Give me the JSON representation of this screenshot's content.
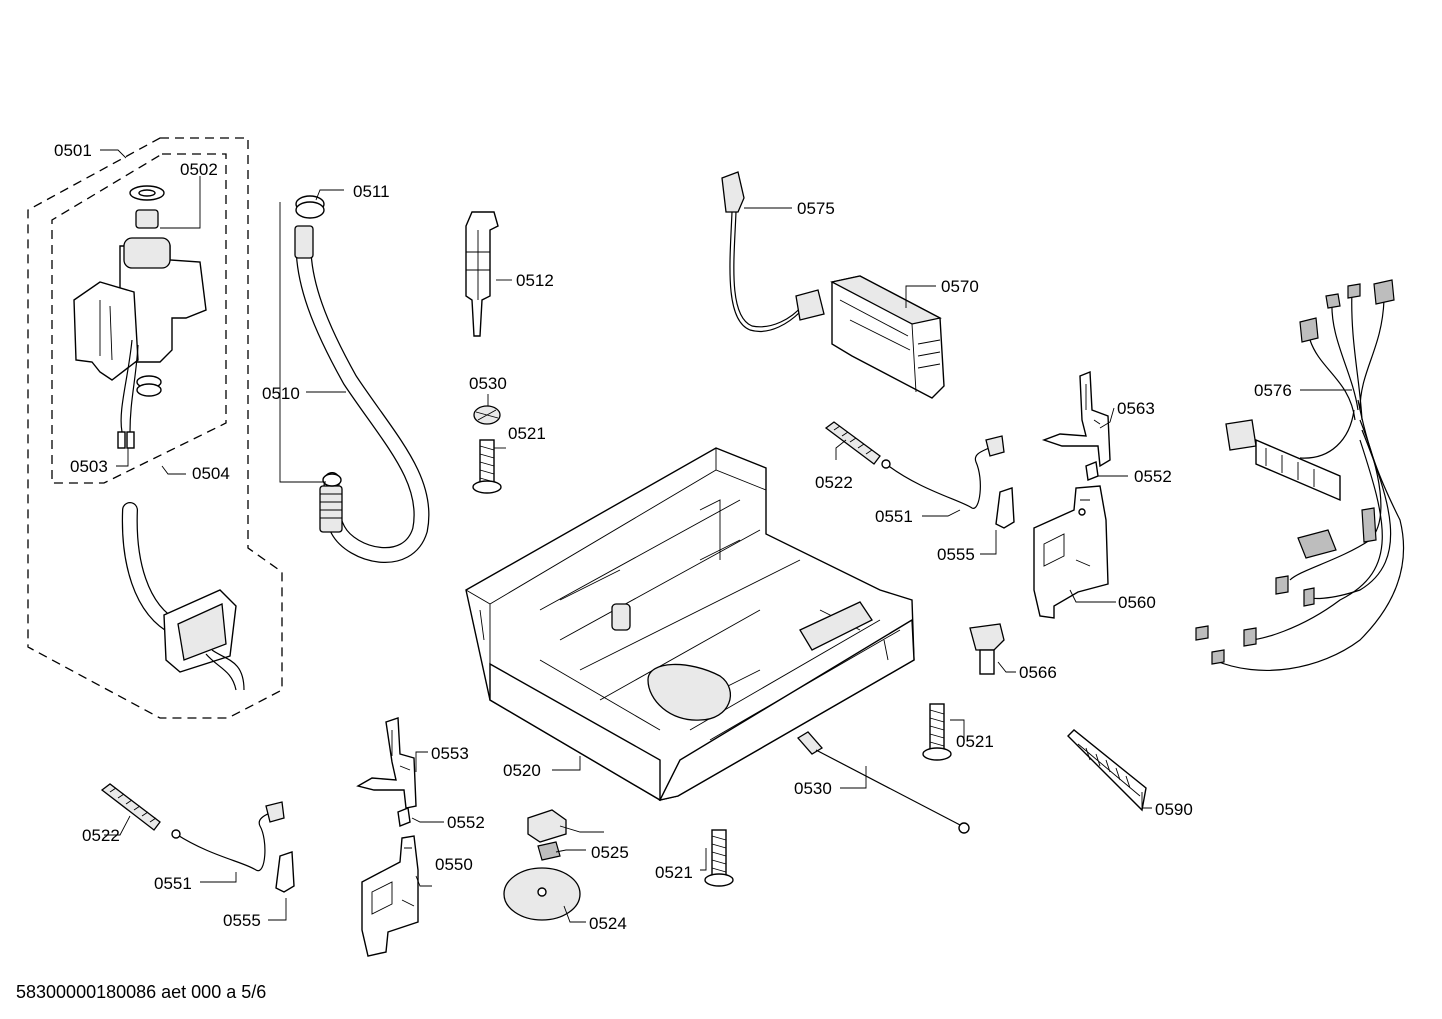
{
  "diagram": {
    "labels": {
      "p0501": "0501",
      "p0502": "0502",
      "p0503": "0503",
      "p0504": "0504",
      "p0510": "0510",
      "p0511": "0511",
      "p0512": "0512",
      "p0530a": "0530",
      "p0521a": "0521",
      "p0575": "0575",
      "p0570": "0570",
      "p0576": "0576",
      "p0563": "0563",
      "p0552a": "0552",
      "p0522a": "0522",
      "p0551a": "0551",
      "p0555a": "0555",
      "p0560": "0560",
      "p0566": "0566",
      "p0521b": "0521",
      "p0530b": "0530",
      "p0590": "0590",
      "p0520": "0520",
      "p0553": "0553",
      "p0552b": "0552",
      "p0550": "0550",
      "p0522b": "0522",
      "p0551b": "0551",
      "p0555b": "0555",
      "p0525": "0525",
      "p0524": "0524",
      "p0521c": "0521"
    },
    "footer": "58300000180086 aet 000 a 5/6"
  }
}
